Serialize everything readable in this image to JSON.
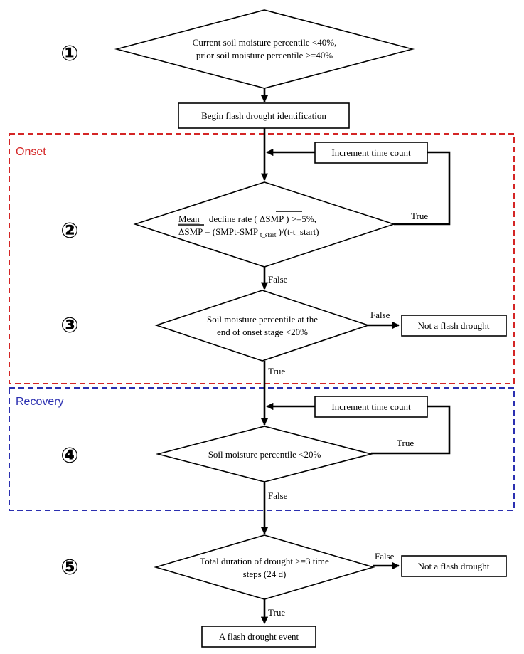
{
  "sections": {
    "onset": {
      "label": "Onset",
      "color": "#d42525"
    },
    "recovery": {
      "label": "Recovery",
      "color": "#2b2fb0"
    }
  },
  "step_numbers": [
    "①",
    "②",
    "③",
    "④",
    "⑤"
  ],
  "nodes": {
    "d1": {
      "line1": "Current soil moisture percentile <40%,",
      "line2": "prior soil moisture percentile >=40%"
    },
    "begin": {
      "text": "Begin flash drought identification"
    },
    "inc1": {
      "text": "Increment time count"
    },
    "d2": {
      "line1_a": "Mean",
      "line1_b": "decline rate (",
      "line1_c": "ΔSMP",
      "line1_d": ") >=5%,",
      "line2_a": "ΔSMP",
      "line2_b": " = (SMPt-SMP",
      "line2_c": "t_start",
      "line2_d": ")/(t-t_start)"
    },
    "d3": {
      "line1": "Soil moisture percentile at the",
      "line2": "end of onset stage <20%"
    },
    "nf1": {
      "text": "Not a flash drought"
    },
    "inc2": {
      "text": "Increment time count"
    },
    "d4": {
      "text": "Soil moisture percentile <20%"
    },
    "d5": {
      "line1": "Total duration of drought >=3 time",
      "line2": "steps (24 d)"
    },
    "nf2": {
      "text": "Not a flash drought"
    },
    "event": {
      "text": "A flash drought event"
    }
  },
  "edge_labels": {
    "d2_true": "True",
    "d2_false": "False",
    "d3_false": "False",
    "d3_true": "True",
    "d4_true": "True",
    "d4_false": "False",
    "d5_false": "False",
    "d5_true": "True"
  }
}
